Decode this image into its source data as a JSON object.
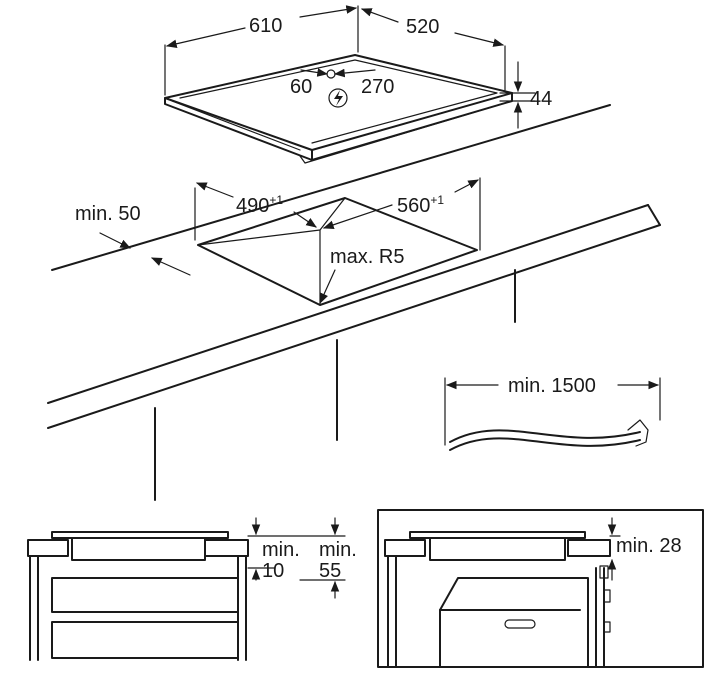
{
  "hob": {
    "width": "610",
    "depth": "520",
    "height": "44",
    "connection_left": "60",
    "connection_right": "270",
    "power_symbol_icon": "power-connection-icon"
  },
  "cutout": {
    "width": "490",
    "width_tolerance": "+1",
    "depth": "560",
    "depth_tolerance": "+1",
    "corner_radius": "max. R5",
    "front_distance": "min. 50"
  },
  "cable": {
    "length": "min. 1500"
  },
  "install_drawer": {
    "clearance_top_label": "min.",
    "clearance_top_value": "10",
    "clearance_bottom_label": "min.",
    "clearance_bottom_value": "55"
  },
  "install_oven": {
    "clearance": "min. 28"
  },
  "colors": {
    "line": "#1a1a1a",
    "background": "#ffffff"
  }
}
